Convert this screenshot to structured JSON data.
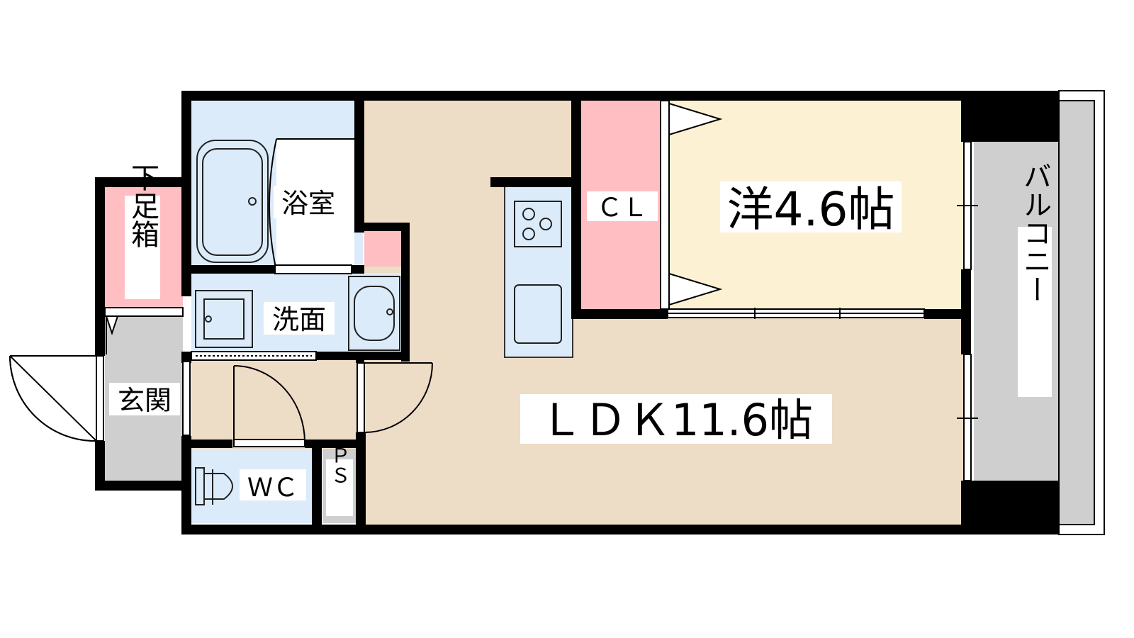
{
  "labels": {
    "bath": "浴室",
    "washroom": "洗面",
    "shoe_box": "下足箱",
    "entrance": "玄関",
    "wc": "ＷＣ",
    "ps": "ＰＳ",
    "closet": "ＣＬ",
    "western_room": "洋4.6帖",
    "ldk": "ＬＤＫ11.6帖",
    "balcony": "バルコニー"
  },
  "colors": {
    "wall": "#000000",
    "ldk_floor": "#eddcc6",
    "western_floor": "#fdf1d3",
    "wet_area": "#dcebfa",
    "closet": "#ffbfc2",
    "entrance": "#cfcfcf",
    "balcony": "#cfcfcf"
  }
}
